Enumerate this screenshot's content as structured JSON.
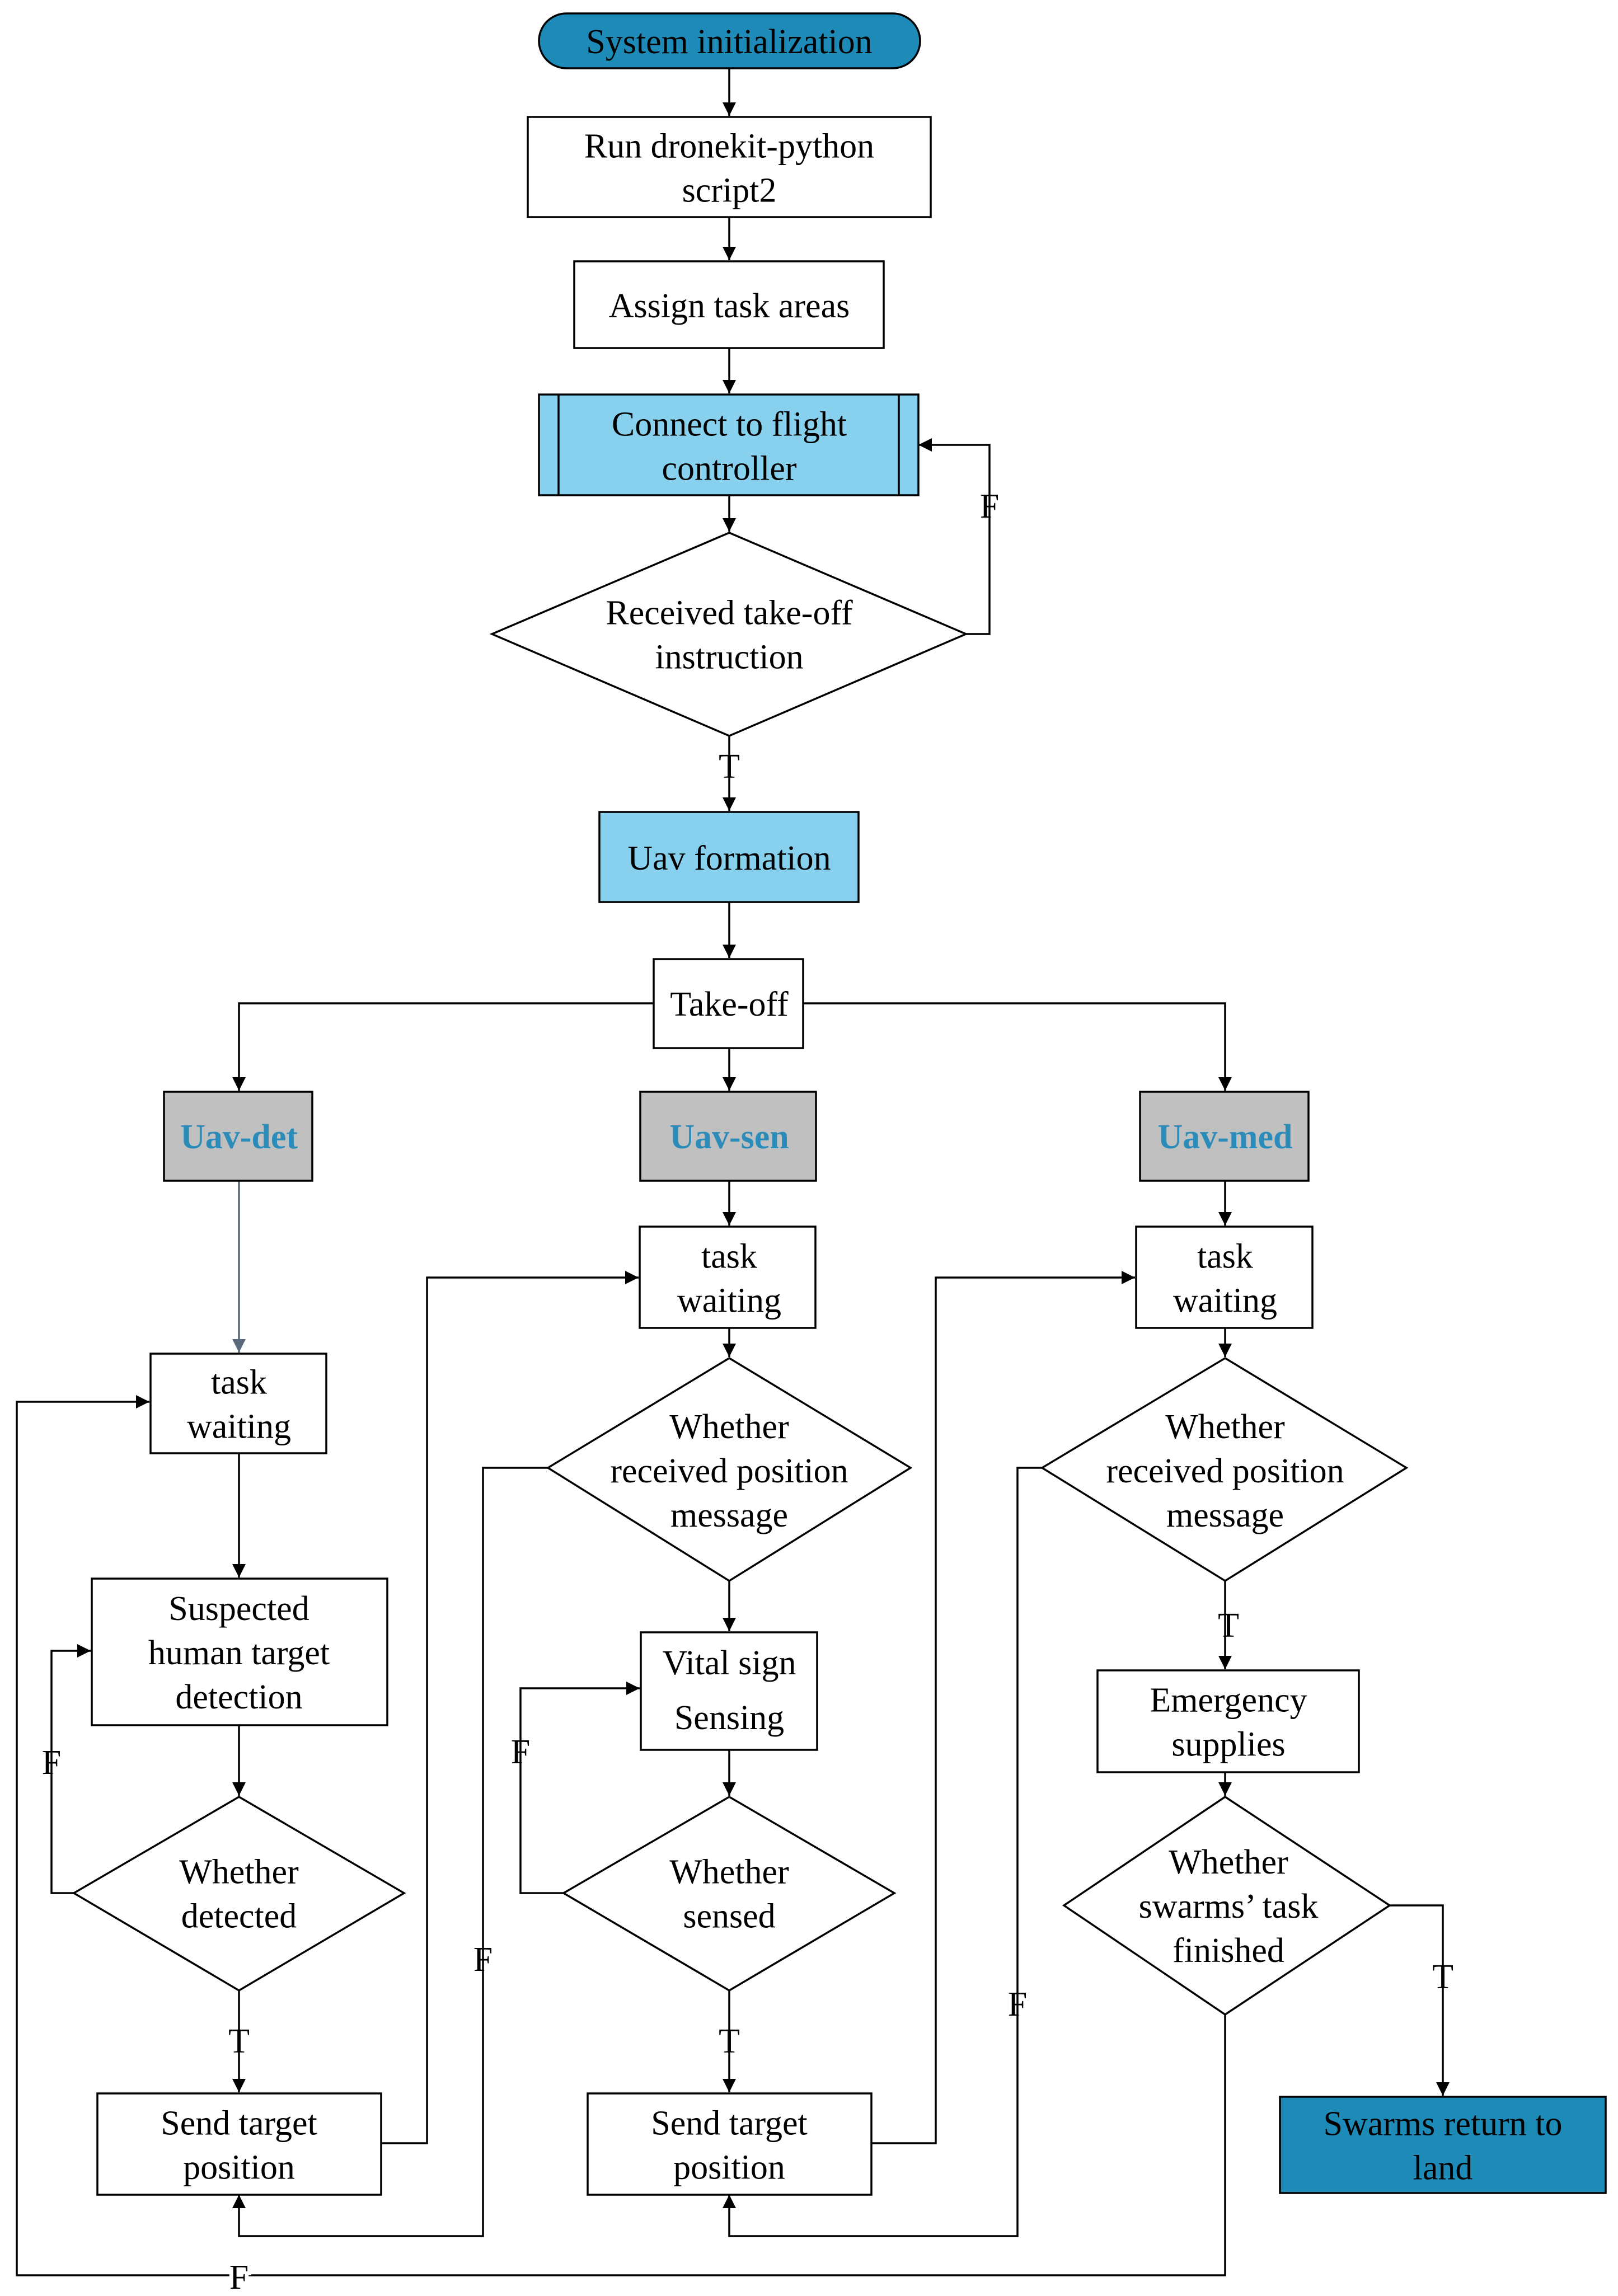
{
  "colors": {
    "terminal_fill": "#1e8ab8",
    "subprocess_fill": "#87d1ef",
    "process_fill": "#ffffff",
    "uav_box_fill": "#c0c0c0",
    "uav_label_text": "#2b8cba",
    "line": "#000000",
    "uav_det_link": "#5a6a7a"
  },
  "nodes": {
    "start": [
      "System initialization"
    ],
    "run_script": [
      "Run dronekit-python",
      "script2"
    ],
    "assign": [
      "Assign task areas"
    ],
    "connect": [
      "Connect to flight",
      "controller"
    ],
    "received_takeoff": [
      "Received  take-off",
      "instruction"
    ],
    "formation": [
      "Uav formation"
    ],
    "takeoff": [
      "Take-off"
    ],
    "uav_det": [
      "Uav-det"
    ],
    "uav_sen": [
      "Uav-sen"
    ],
    "uav_med": [
      "Uav-med"
    ],
    "det_wait": [
      "task",
      "waiting"
    ],
    "sen_wait": [
      "task",
      "waiting"
    ],
    "med_wait": [
      "task",
      "waiting"
    ],
    "det_detect": [
      "Suspected",
      "human target",
      "detection"
    ],
    "det_decision": [
      "Whether",
      "detected"
    ],
    "det_send": [
      "Send target",
      "position"
    ],
    "sen_decision_msg": [
      "Whether",
      "received position",
      "message"
    ],
    "sen_vital": [
      "Vital sign",
      "Sensing"
    ],
    "sen_decision_sensed": [
      "Whether",
      "sensed"
    ],
    "sen_send": [
      "Send target",
      "position"
    ],
    "med_decision_msg": [
      "Whether",
      "received position",
      "message"
    ],
    "med_supplies": [
      "Emergency",
      "supplies"
    ],
    "med_decision_finished": [
      "Whether",
      "swarms’  task",
      "finished"
    ],
    "end": [
      "Swarms return to",
      "land"
    ]
  },
  "edge_labels": {
    "takeoff_false": "F",
    "takeoff_true": "T",
    "det_false": "F",
    "det_true": "T",
    "sen_msg_false": "F",
    "sen_sensed_false": "F",
    "sen_true": "T",
    "med_msg_true": "T",
    "med_msg_false": "F",
    "med_finished_true": "T",
    "med_finished_false": "F"
  }
}
